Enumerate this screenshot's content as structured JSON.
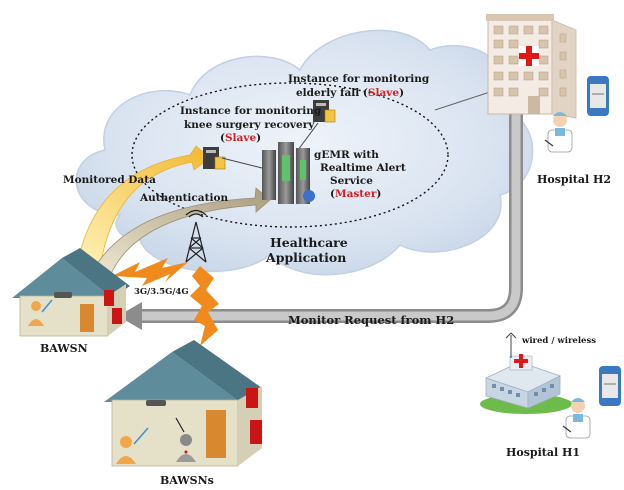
{
  "labels": {
    "instance_fall_line1": "Instance for monitoring",
    "instance_fall_line2": "elderly fall (",
    "instance_fall_role": "Slave",
    "instance_knee_line1": "Instance for monitoring",
    "instance_knee_line2": "knee surgery recovery",
    "instance_knee_role": "Slave",
    "gemr_line1": "gEMR with",
    "gemr_line2": "Realtime Alert",
    "gemr_line3": "Service",
    "gemr_role": "Master",
    "monitored_data": "Monitored Data",
    "authentication": "Authentication",
    "healthcare_line1": "Healthcare",
    "healthcare_line2": "Application",
    "network": "3G/3.5G/4G",
    "monitor_request": "Monitor Request from H2",
    "bawsn": "BAWSN",
    "bawsns": "BAWSNs",
    "hospital_h2": "Hospital H2",
    "hospital_h1": "Hospital H1",
    "wired_wireless": "wired / wireless"
  },
  "colors": {
    "cloud": "#dbe5f1",
    "cloud_edge": "#c5d3e6",
    "lightning": "#f08a1c",
    "role_red": "#d21f1f",
    "arrow_gray": "#8f8f8f",
    "data_arrow": "#f6c44a"
  }
}
